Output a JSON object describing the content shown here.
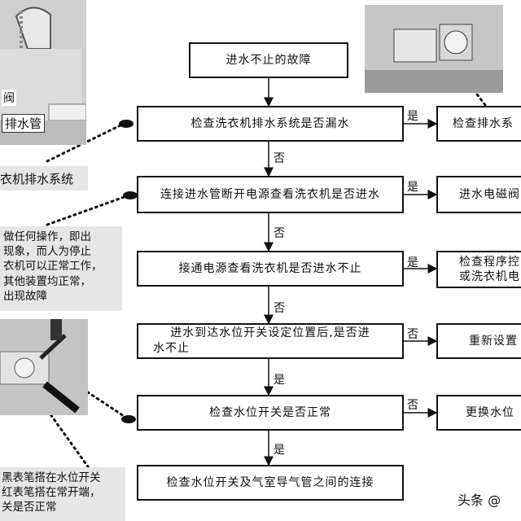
{
  "title": "进水不止的故障",
  "flow": {
    "step1": "检查洗衣机排水系统是否漏水",
    "step2": "连接进水管断开电源查看洗衣机是否进水",
    "step3": "接通电源查看洗衣机是否进水不止",
    "step4_line1": "进水到达水位开关设定位置后,是否进",
    "step4_line2": "水不止",
    "step5": "检查水位开关是否正常",
    "step6": "检查水位开关及气室导气管之间的连接"
  },
  "results": {
    "r1": "检查排水系",
    "r2": "进水电磁阀",
    "r3_line1": "检查程序控",
    "r3_line2": "或洗衣机电",
    "r4": "重新设置",
    "r5": "更换水位"
  },
  "edges": {
    "yes": "是",
    "no": "否"
  },
  "left_notes": {
    "photo1_label1": "阀",
    "photo1_label2": "排水管",
    "caption1": "衣机排水系统",
    "note2_lines": [
      "做任何操作，即出",
      "现象，而人为停止",
      "衣机可以正常工作，",
      "其他装置均正常，",
      "出现故障"
    ],
    "note3_lines": [
      "黑表笔搭在水位开关",
      "红表笔搭在常开端，",
      "关是否正常"
    ]
  },
  "watermark": "头条 @"
}
